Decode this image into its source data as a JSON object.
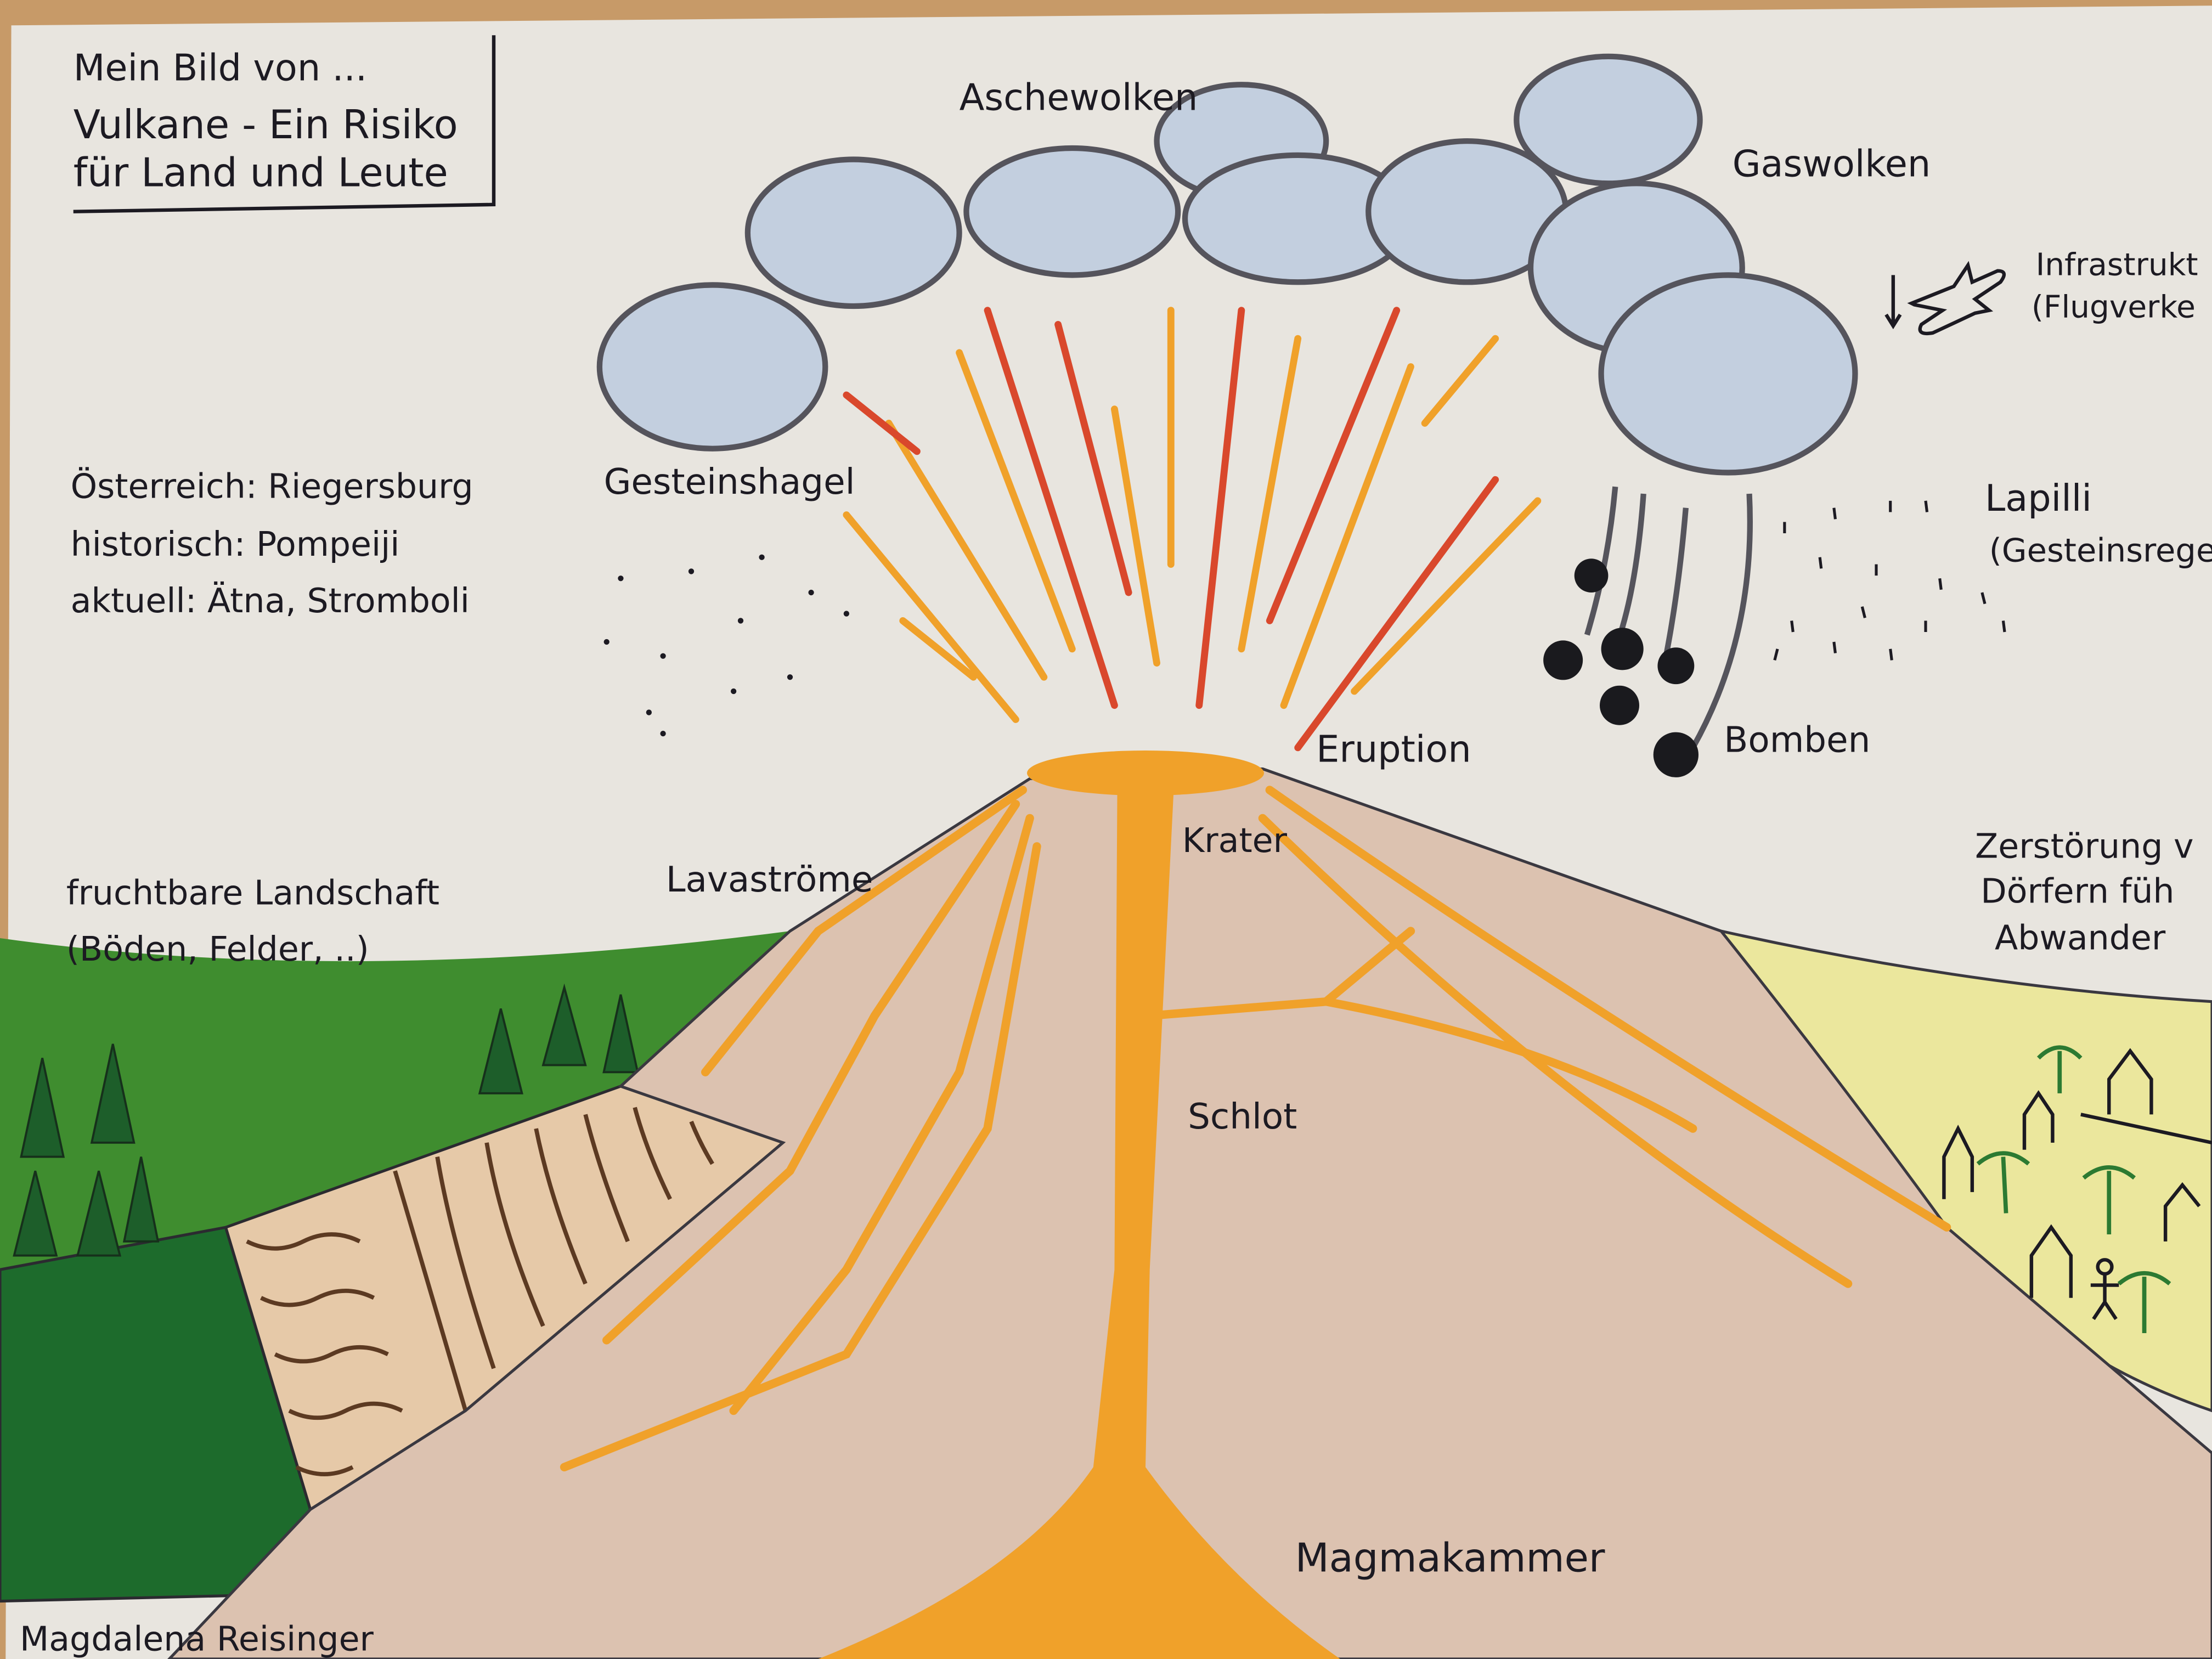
{
  "title_box": {
    "line1": "Mein Bild von ...",
    "line2": "Vulkane - Ein Risiko",
    "line3": "für Land und Leute"
  },
  "examples": {
    "austria": "Österreich: Riegersburg",
    "historic": "historisch: Pompeiji",
    "current": "aktuell: Ätna, Stromboli"
  },
  "labels": {
    "ash_clouds": "Aschewolken",
    "gas_clouds": "Gaswolken",
    "infrastructure_1": "Infrastrukt",
    "infrastructure_2": "(Flugverke",
    "rock_hail": "Gesteinshagel",
    "lapilli_1": "Lapilli",
    "lapilli_2": "(Gesteinsrege",
    "eruption": "Eruption",
    "bombs": "Bomben",
    "crater": "Krater",
    "lava_flows": "Lavaströme",
    "vent": "Schlot",
    "magma_chamber": "Magmakammer",
    "fertile_1": "fruchtbare Landschaft",
    "fertile_2": "(Böden, Felder, ..)",
    "destruction_1": "Zerstörung v",
    "destruction_2": "Dörfern füh",
    "destruction_3": "Abwander"
  },
  "author": "Magdalena Reisinger",
  "colors": {
    "paper": "#e8e5df",
    "wood": "#c79a68",
    "lava": "#f0a12a",
    "lava_red": "#d9482c",
    "cloud_fill": "#c3cfdf",
    "cloud_line": "#55545c",
    "grass": "#3f8d2f",
    "forest": "#1d6b2c",
    "volcano": "#dcc2b0",
    "field": "#e6c9a8",
    "village": "#ebe79d",
    "ink": "#1c1a22"
  }
}
